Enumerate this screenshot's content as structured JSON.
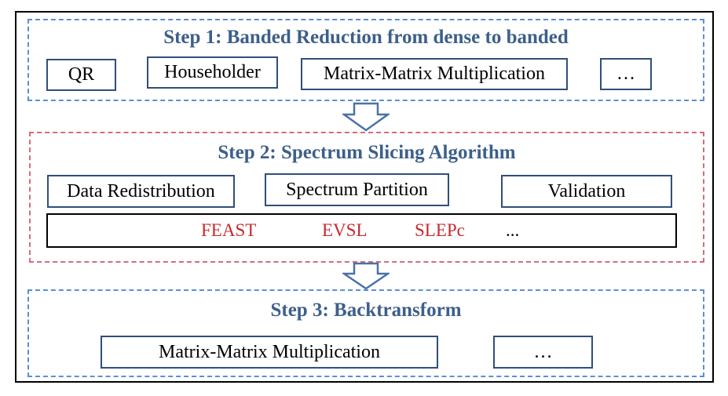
{
  "step1": {
    "title": "Step 1: Banded Reduction from dense to banded",
    "items": [
      "QR",
      "Householder",
      "Matrix-Matrix Multiplication",
      "…"
    ]
  },
  "step2": {
    "title": "Step 2: Spectrum Slicing Algorithm",
    "items": [
      "Data Redistribution",
      "Spectrum Partition",
      "Validation"
    ],
    "algorithms": [
      "FEAST",
      "EVSL",
      "SLEPc",
      "..."
    ]
  },
  "step3": {
    "title": "Step 3: Backtransform",
    "items": [
      "Matrix-Matrix Multiplication",
      "…"
    ]
  },
  "colors": {
    "step_title": "#3d5f8a",
    "dashed_blue": "#5b8fd4",
    "dashed_red": "#d96a78",
    "box_border": "#2f4f7a",
    "algorithm_text": "#c8282e"
  }
}
